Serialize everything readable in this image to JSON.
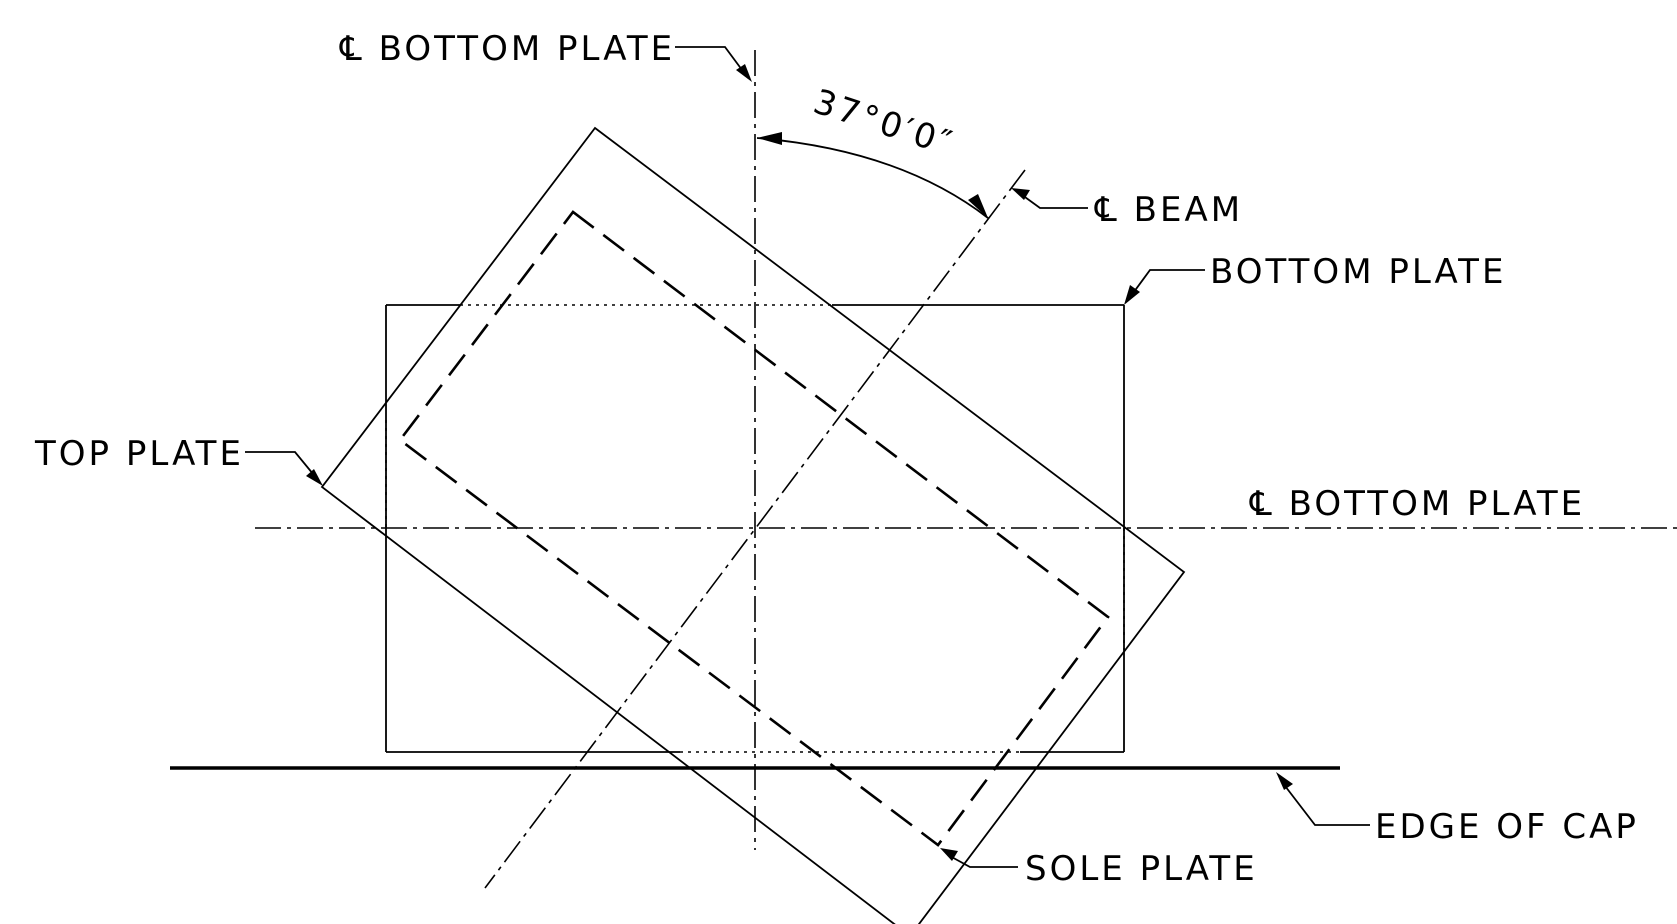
{
  "labels": {
    "cl_bottom_plate_top": "℄ BOTTOM PLATE",
    "angle": "37°0′0″",
    "cl_beam": "℄ BEAM",
    "bottom_plate": "BOTTOM PLATE",
    "top_plate": "TOP PLATE",
    "cl_bottom_plate_right": "℄ BOTTOM PLATE",
    "edge_of_cap": "EDGE OF CAP",
    "sole_plate": "SOLE PLATE"
  },
  "skew_angle_deg": 37
}
